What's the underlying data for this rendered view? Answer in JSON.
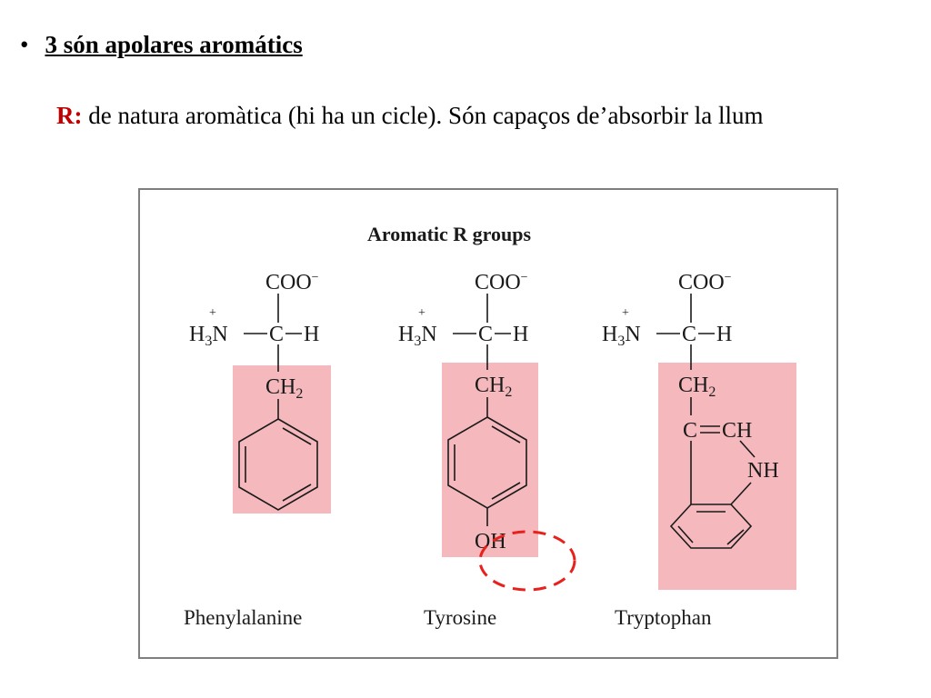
{
  "slide": {
    "bullet_symbol": "•",
    "heading": "3 són apolares aromátics",
    "answer_label": "R:",
    "answer_text": " de natura aromàtica (hi ha un cicle). Són capaços de’absorbir la llum"
  },
  "figure": {
    "title": "Aromatic R groups",
    "highlight_color": "#f4b8bd",
    "annotation_color": "#e8211c",
    "amino_acids": [
      {
        "name": "Phenylalanine",
        "carboxyl": "COO",
        "charge_minus": "−",
        "amine": "H",
        "amine_sub": "3",
        "amine_n": "N",
        "charge_plus": "+",
        "alpha_c": "C",
        "alpha_h": "H",
        "side_chain": "CH",
        "side_sub": "2"
      },
      {
        "name": "Tyrosine",
        "carboxyl": "COO",
        "charge_minus": "−",
        "amine": "H",
        "amine_sub": "3",
        "amine_n": "N",
        "charge_plus": "+",
        "alpha_c": "C",
        "alpha_h": "H",
        "side_chain": "CH",
        "side_sub": "2",
        "hydroxyl": "OH"
      },
      {
        "name": "Tryptophan",
        "carboxyl": "COO",
        "charge_minus": "−",
        "amine": "H",
        "amine_sub": "3",
        "amine_n": "N",
        "charge_plus": "+",
        "alpha_c": "C",
        "alpha_h": "H",
        "side_chain": "CH",
        "side_sub": "2",
        "indole_c": "C",
        "indole_ch": "CH",
        "indole_nh": "NH"
      }
    ]
  }
}
